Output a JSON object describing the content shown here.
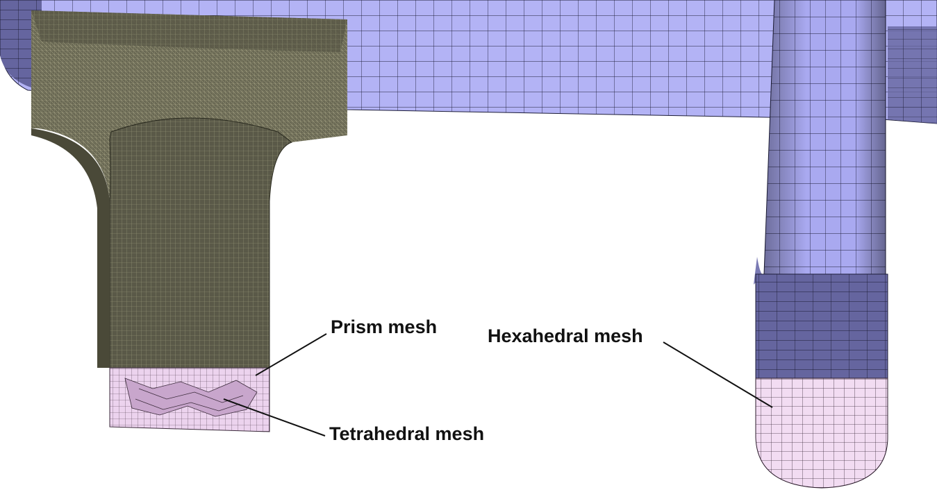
{
  "labels": {
    "prism": "Prism mesh",
    "tetrahedral": "Tetrahedral mesh",
    "hexahedral": "Hexahedral mesh"
  },
  "colors": {
    "background": "#ffffff",
    "olive_mesh": "#5a5948",
    "olive_light": "#6d6c57",
    "blue_mesh": "#b3b3f5",
    "blue_dark": "#64649e",
    "pink_mesh": "#f2dcf2",
    "pink_dark": "#c8aacd",
    "mesh_line": "#1d1d38",
    "leader": "#111111"
  }
}
